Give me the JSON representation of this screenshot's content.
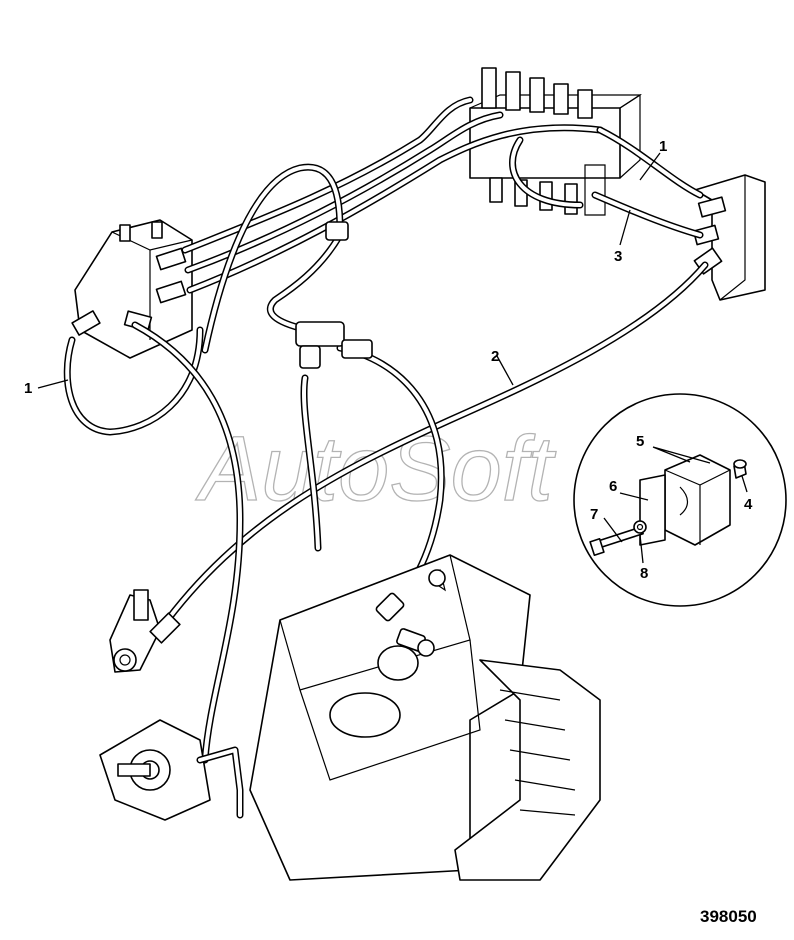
{
  "watermark": "AutoSoft",
  "figure_number": "398050",
  "callouts": {
    "c1_top": "1",
    "c1_left": "1",
    "c2": "2",
    "c3": "3",
    "c4": "4",
    "c5": "5",
    "c6": "6",
    "c7": "7",
    "c8": "8"
  }
}
